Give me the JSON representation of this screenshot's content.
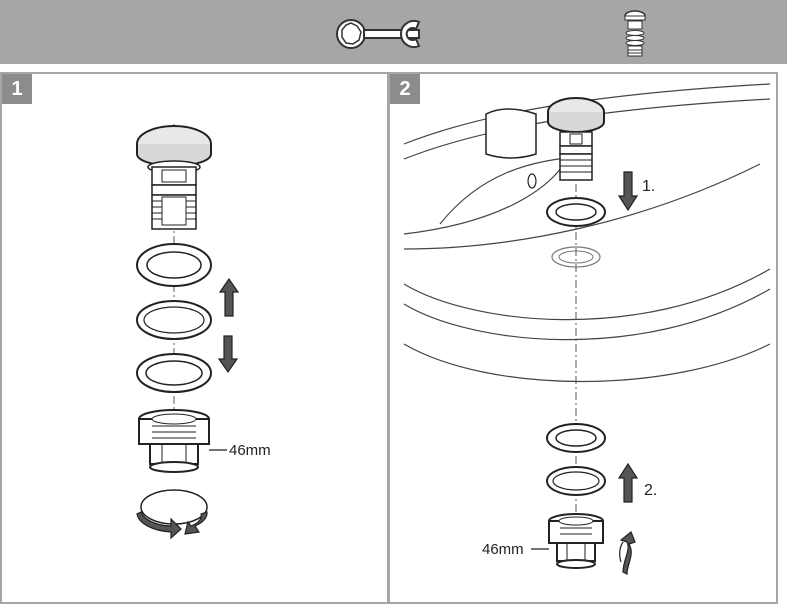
{
  "header": {
    "icons": [
      "wrench-icon",
      "drain-valve-icon"
    ]
  },
  "panel1": {
    "number": "1",
    "dimension_label": "46mm"
  },
  "panel2": {
    "number": "2",
    "step1_label": "1.",
    "step2_label": "2.",
    "dimension_label": "46mm"
  }
}
